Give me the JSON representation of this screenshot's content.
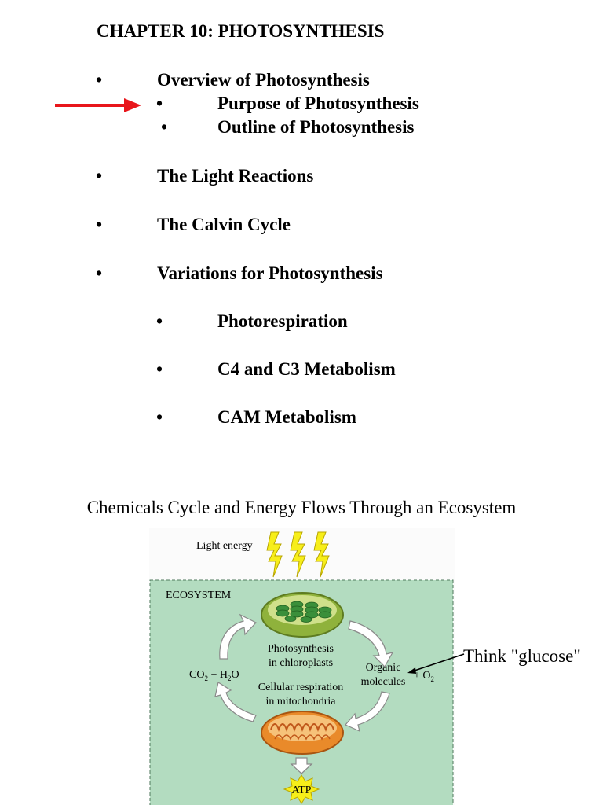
{
  "page": {
    "title": "CHAPTER 10: PHOTOSYNTHESIS",
    "bullet_char": "•",
    "outline": [
      {
        "text": "Overview of Photosynthesis"
      },
      {
        "text": "Purpose of Photosynthesis"
      },
      {
        "text": "Outline of Photosynthesis"
      },
      {
        "text": "The Light Reactions"
      },
      {
        "text": "The Calvin Cycle"
      },
      {
        "text": "Variations for Photosynthesis"
      },
      {
        "text": "Photorespiration"
      },
      {
        "text": "C4 and C3 Metabolism"
      },
      {
        "text": "CAM Metabolism"
      }
    ],
    "accent_color": "#e8161b"
  },
  "figure": {
    "heading": "Chemicals Cycle and Energy Flows Through an Ecosystem",
    "light_energy": "Light energy",
    "ecosystem": "ECOSYSTEM",
    "photosynthesis_line1": "Photosynthesis",
    "photosynthesis_line2": "in chloroplasts",
    "respiration_line1": "Cellular respiration",
    "respiration_line2": "in mitochondria",
    "co2_water": "CO2 + H2O",
    "co2_water_parts": [
      "CO",
      "2",
      " + H",
      "2",
      "O"
    ],
    "organic_line1": "Organic",
    "organic_line2": "molecules",
    "o2_parts": [
      "+ O",
      "2"
    ],
    "atp": "ATP",
    "colors": {
      "ecosystem_fill": "#b3dcc0",
      "lightning": "#f7ee1a",
      "chloroplast": "#8fb23c",
      "mitochondrion": "#e98a2a"
    }
  },
  "annotation": {
    "note": "Think \"glucose\""
  }
}
